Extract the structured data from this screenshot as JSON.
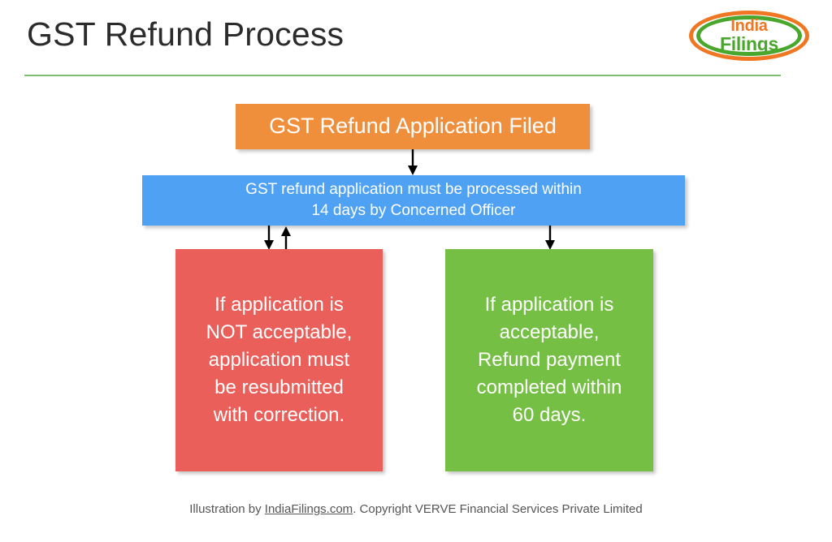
{
  "slide": {
    "title": "GST Refund Process",
    "accent_rule_color": "#7dbe6f",
    "background": "#ffffff"
  },
  "logo": {
    "name": "indiafilings-logo",
    "word_top": "India",
    "word_bottom": "Filings",
    "outer_ring_color": "#ef7622",
    "inner_ring_color": "#4aa72e",
    "top_word_color": "#ef7622",
    "bottom_word_color": "#4aa72e"
  },
  "flowchart": {
    "nodes": [
      {
        "id": "application-filed",
        "label": "GST Refund Application Filed",
        "color": "#ef8f3c"
      },
      {
        "id": "processing-window",
        "line1": "GST refund application must be processed within",
        "line2": "14 days by Concerned Officer",
        "color": "#4fa2f3"
      },
      {
        "id": "not-acceptable",
        "line1": "If application is",
        "line2": "NOT acceptable,",
        "line3": "application must",
        "line4": "be resubmitted",
        "line5": "with correction.",
        "color": "#eb5f5a"
      },
      {
        "id": "acceptable",
        "line1": "If application is",
        "line2": "acceptable,",
        "line3": "Refund payment",
        "line4": "completed within",
        "line5": "60 days.",
        "color": "#75bf44"
      }
    ],
    "connectors": [
      {
        "id": "filed-to-processing",
        "direction": "down",
        "from": "application-filed",
        "to": "processing-window"
      },
      {
        "id": "processing-to-not-acceptable",
        "direction": "down",
        "from": "processing-window",
        "to": "not-acceptable"
      },
      {
        "id": "not-acceptable-to-processing",
        "direction": "up",
        "from": "not-acceptable",
        "to": "processing-window"
      },
      {
        "id": "processing-to-acceptable",
        "direction": "down",
        "from": "processing-window",
        "to": "acceptable"
      }
    ],
    "arrow_color": "#000000"
  },
  "footer": {
    "prefix": "Illustration by ",
    "link": "IndiaFilings.com",
    "suffix": ". Copyright VERVE Financial Services Private Limited"
  }
}
